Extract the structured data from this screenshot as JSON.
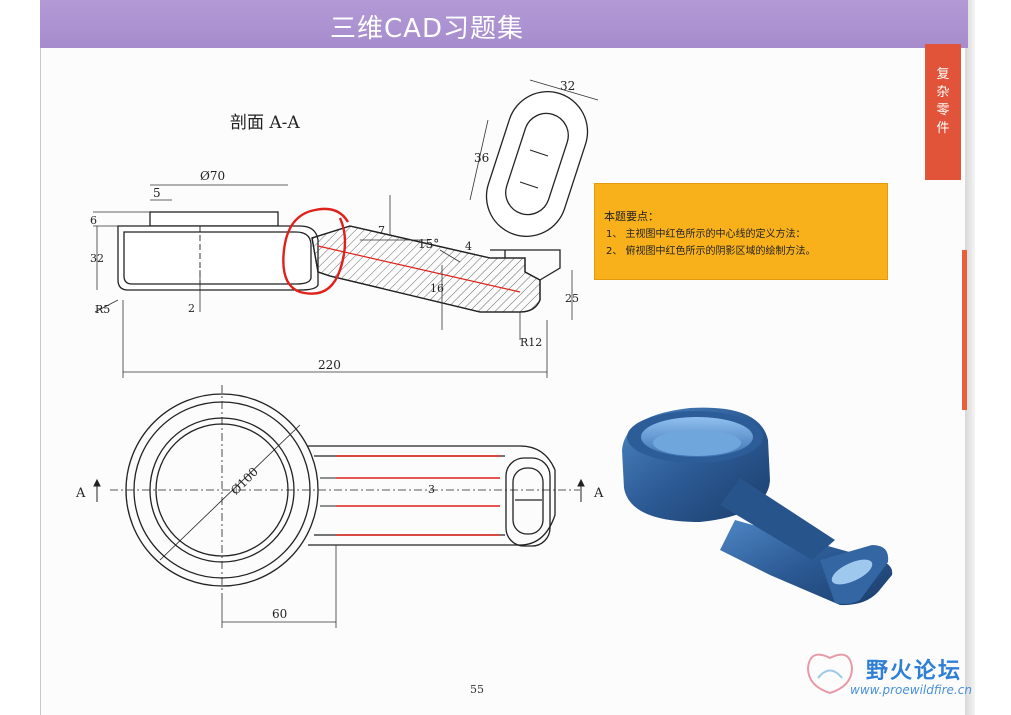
{
  "header": {
    "title": "三维CAD习题集"
  },
  "side_tab": {
    "label": "复杂零件"
  },
  "section": {
    "label": "剖面 A-A"
  },
  "notes": {
    "title": "本题要点：",
    "items": [
      "1、 主视图中红色所示的中心线的定义方法：",
      "2、 俯视图中红色所示的阴影区域的绘制方法。"
    ]
  },
  "dims": {
    "d70": "Ø70",
    "d5": "5",
    "d6": "6",
    "d32": "32",
    "d2": "2",
    "r5": "R5",
    "d7": "7",
    "a15": "15°",
    "d4": "4",
    "d16": "16",
    "d25": "25",
    "r12": "R12",
    "d220": "220",
    "d32top": "32",
    "d36": "36",
    "d100": "Ø100",
    "d3": "3",
    "d60": "60",
    "sec_a": "A"
  },
  "footer": {
    "page_number": "55"
  },
  "watermark": {
    "name": "野火论坛",
    "url": "www.proewildfire.cn"
  },
  "colors": {
    "header": "#a68ccc",
    "tab": "#e2543a",
    "note_box": "#f9b11b",
    "red_mark": "#e0201a",
    "model": "#2e5f99"
  }
}
